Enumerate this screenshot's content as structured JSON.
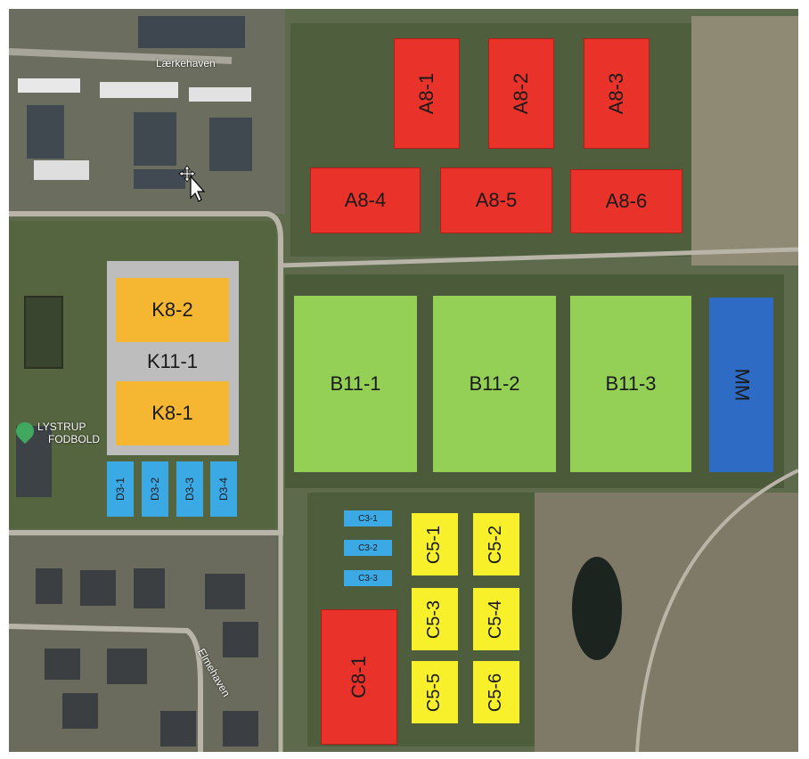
{
  "map": {
    "street_top": "Lærkehaven",
    "street_bottom": "Elmehaven",
    "place_line1": "LYSTRUP",
    "place_line2": "FODBOLD"
  },
  "fields": {
    "a8_1": "A8-1",
    "a8_2": "A8-2",
    "a8_3": "A8-3",
    "a8_4": "A8-4",
    "a8_5": "A8-5",
    "a8_6": "A8-6",
    "k8_2": "K8-2",
    "k11_1": "K11-1",
    "k8_1": "K8-1",
    "d3_1": "D3-1",
    "d3_2": "D3-2",
    "d3_3": "D3-3",
    "d3_4": "D3-4",
    "b11_1": "B11-1",
    "b11_2": "B11-2",
    "b11_3": "B11-3",
    "mm": "MM",
    "c3_1": "C3-1",
    "c3_2": "C3-2",
    "c3_3": "C3-3",
    "c8_1": "C8-1",
    "c5_1": "C5-1",
    "c5_2": "C5-2",
    "c5_3": "C5-3",
    "c5_4": "C5-4",
    "c5_5": "C5-5",
    "c5_6": "C5-6"
  },
  "colors": {
    "red": "#e8322a",
    "green": "#93d055",
    "blue": "#2d6bc4",
    "orange": "#f5b731",
    "light_blue": "#3ba9e4",
    "yellow": "#f8f02a",
    "grey": "#bdbdbd"
  }
}
